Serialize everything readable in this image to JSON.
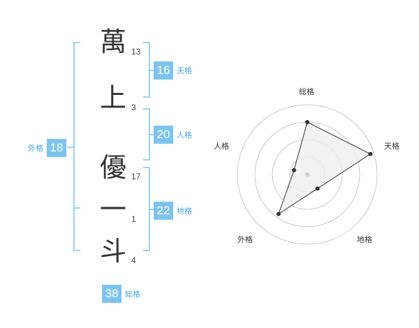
{
  "name": {
    "characters": [
      {
        "char": "萬",
        "strokes": "13"
      },
      {
        "char": "上",
        "strokes": "3"
      },
      {
        "char": "優",
        "strokes": "17"
      },
      {
        "char": "一",
        "strokes": "1"
      },
      {
        "char": "斗",
        "strokes": "4"
      }
    ]
  },
  "fortune": {
    "ten": {
      "value": "16",
      "label": "天格"
    },
    "jin": {
      "value": "20",
      "label": "人格"
    },
    "chi": {
      "value": "22",
      "label": "地格"
    },
    "gai": {
      "value": "18",
      "label": "外格"
    },
    "so": {
      "value": "38",
      "label": "総格"
    }
  },
  "radar": {
    "axes": [
      "総格",
      "天格",
      "地格",
      "外格",
      "人格"
    ],
    "levels": 4,
    "scores": [
      0.75,
      0.95,
      0.25,
      0.7,
      0.2
    ],
    "colors": {
      "fill": "#efefef",
      "stroke": "#333333",
      "grid": "#bbbbbb",
      "point": "#333333",
      "center": "#cccccc"
    }
  },
  "colors": {
    "bracket": "#7cc4ee",
    "badge": "#7cc4ee",
    "label": "#4aa7de"
  }
}
